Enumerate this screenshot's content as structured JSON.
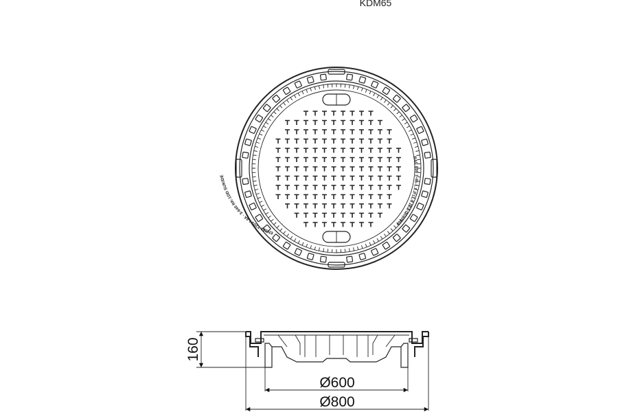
{
  "title": "KDM65",
  "cover": {
    "rim_text_left": "EN124 T20S L4A · 3-640 RK-1DD SUKIDE",
    "rim_text_right": "RAE 800 1-46-1.1.2 11.0 ZZZ-DD-0988"
  },
  "dimensions": {
    "height": "160",
    "inner_diameter": "Ø600",
    "outer_diameter": "Ø800"
  }
}
